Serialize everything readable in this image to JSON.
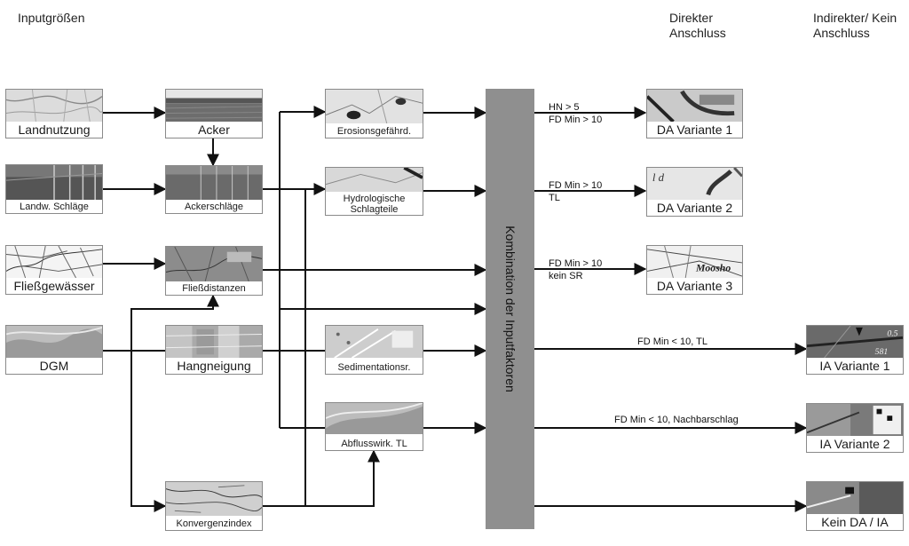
{
  "headers": {
    "input": "Inputgrößen",
    "direct": "Direkter\nAnschluss",
    "indirect": "Indirekter/ Kein\nAnschluss"
  },
  "inputs": {
    "landnutzung": "Landnutzung",
    "landw_schlaege": "Landw. Schläge",
    "fliessgewaesser": "Fließgewässer",
    "dgm": "DGM"
  },
  "intermediate": {
    "acker": "Acker",
    "ackerschlaege": "Ackerschläge",
    "fliessdistanzen": "Fließdistanzen",
    "hangneigung": "Hangneigung",
    "konvergenzindex": "Konvergenzindex"
  },
  "factors": {
    "erosion": "Erosionsgefährd.",
    "hydro": "Hydrologische\nSchlagteile",
    "sediment": "Sedimentationsr.",
    "abfluss": "Abflusswirk. TL"
  },
  "combination": "Kombination der Inputfaktoren",
  "outputs": {
    "da1": "DA Variante 1",
    "da2": "DA Variante 2",
    "da3": "DA Variante 3",
    "ia1": "IA Variante 1",
    "ia2": "IA Variante 2",
    "kein": "Kein DA / IA"
  },
  "conditions": {
    "da1_a": "HN > 5",
    "da1_b": "FD Min > 10",
    "da2_a": "FD Min > 10",
    "da2_b": "TL",
    "da3_a": "FD Min > 10",
    "da3_b": "kein SR",
    "ia1": "FD Min < 10, TL",
    "ia2": "FD Min < 10, Nachbarschlag"
  },
  "map_text": {
    "da2_script": "l d",
    "da3_place": "Moosho",
    "ia1_num_a": "0.5",
    "ia1_num_b": "581"
  }
}
